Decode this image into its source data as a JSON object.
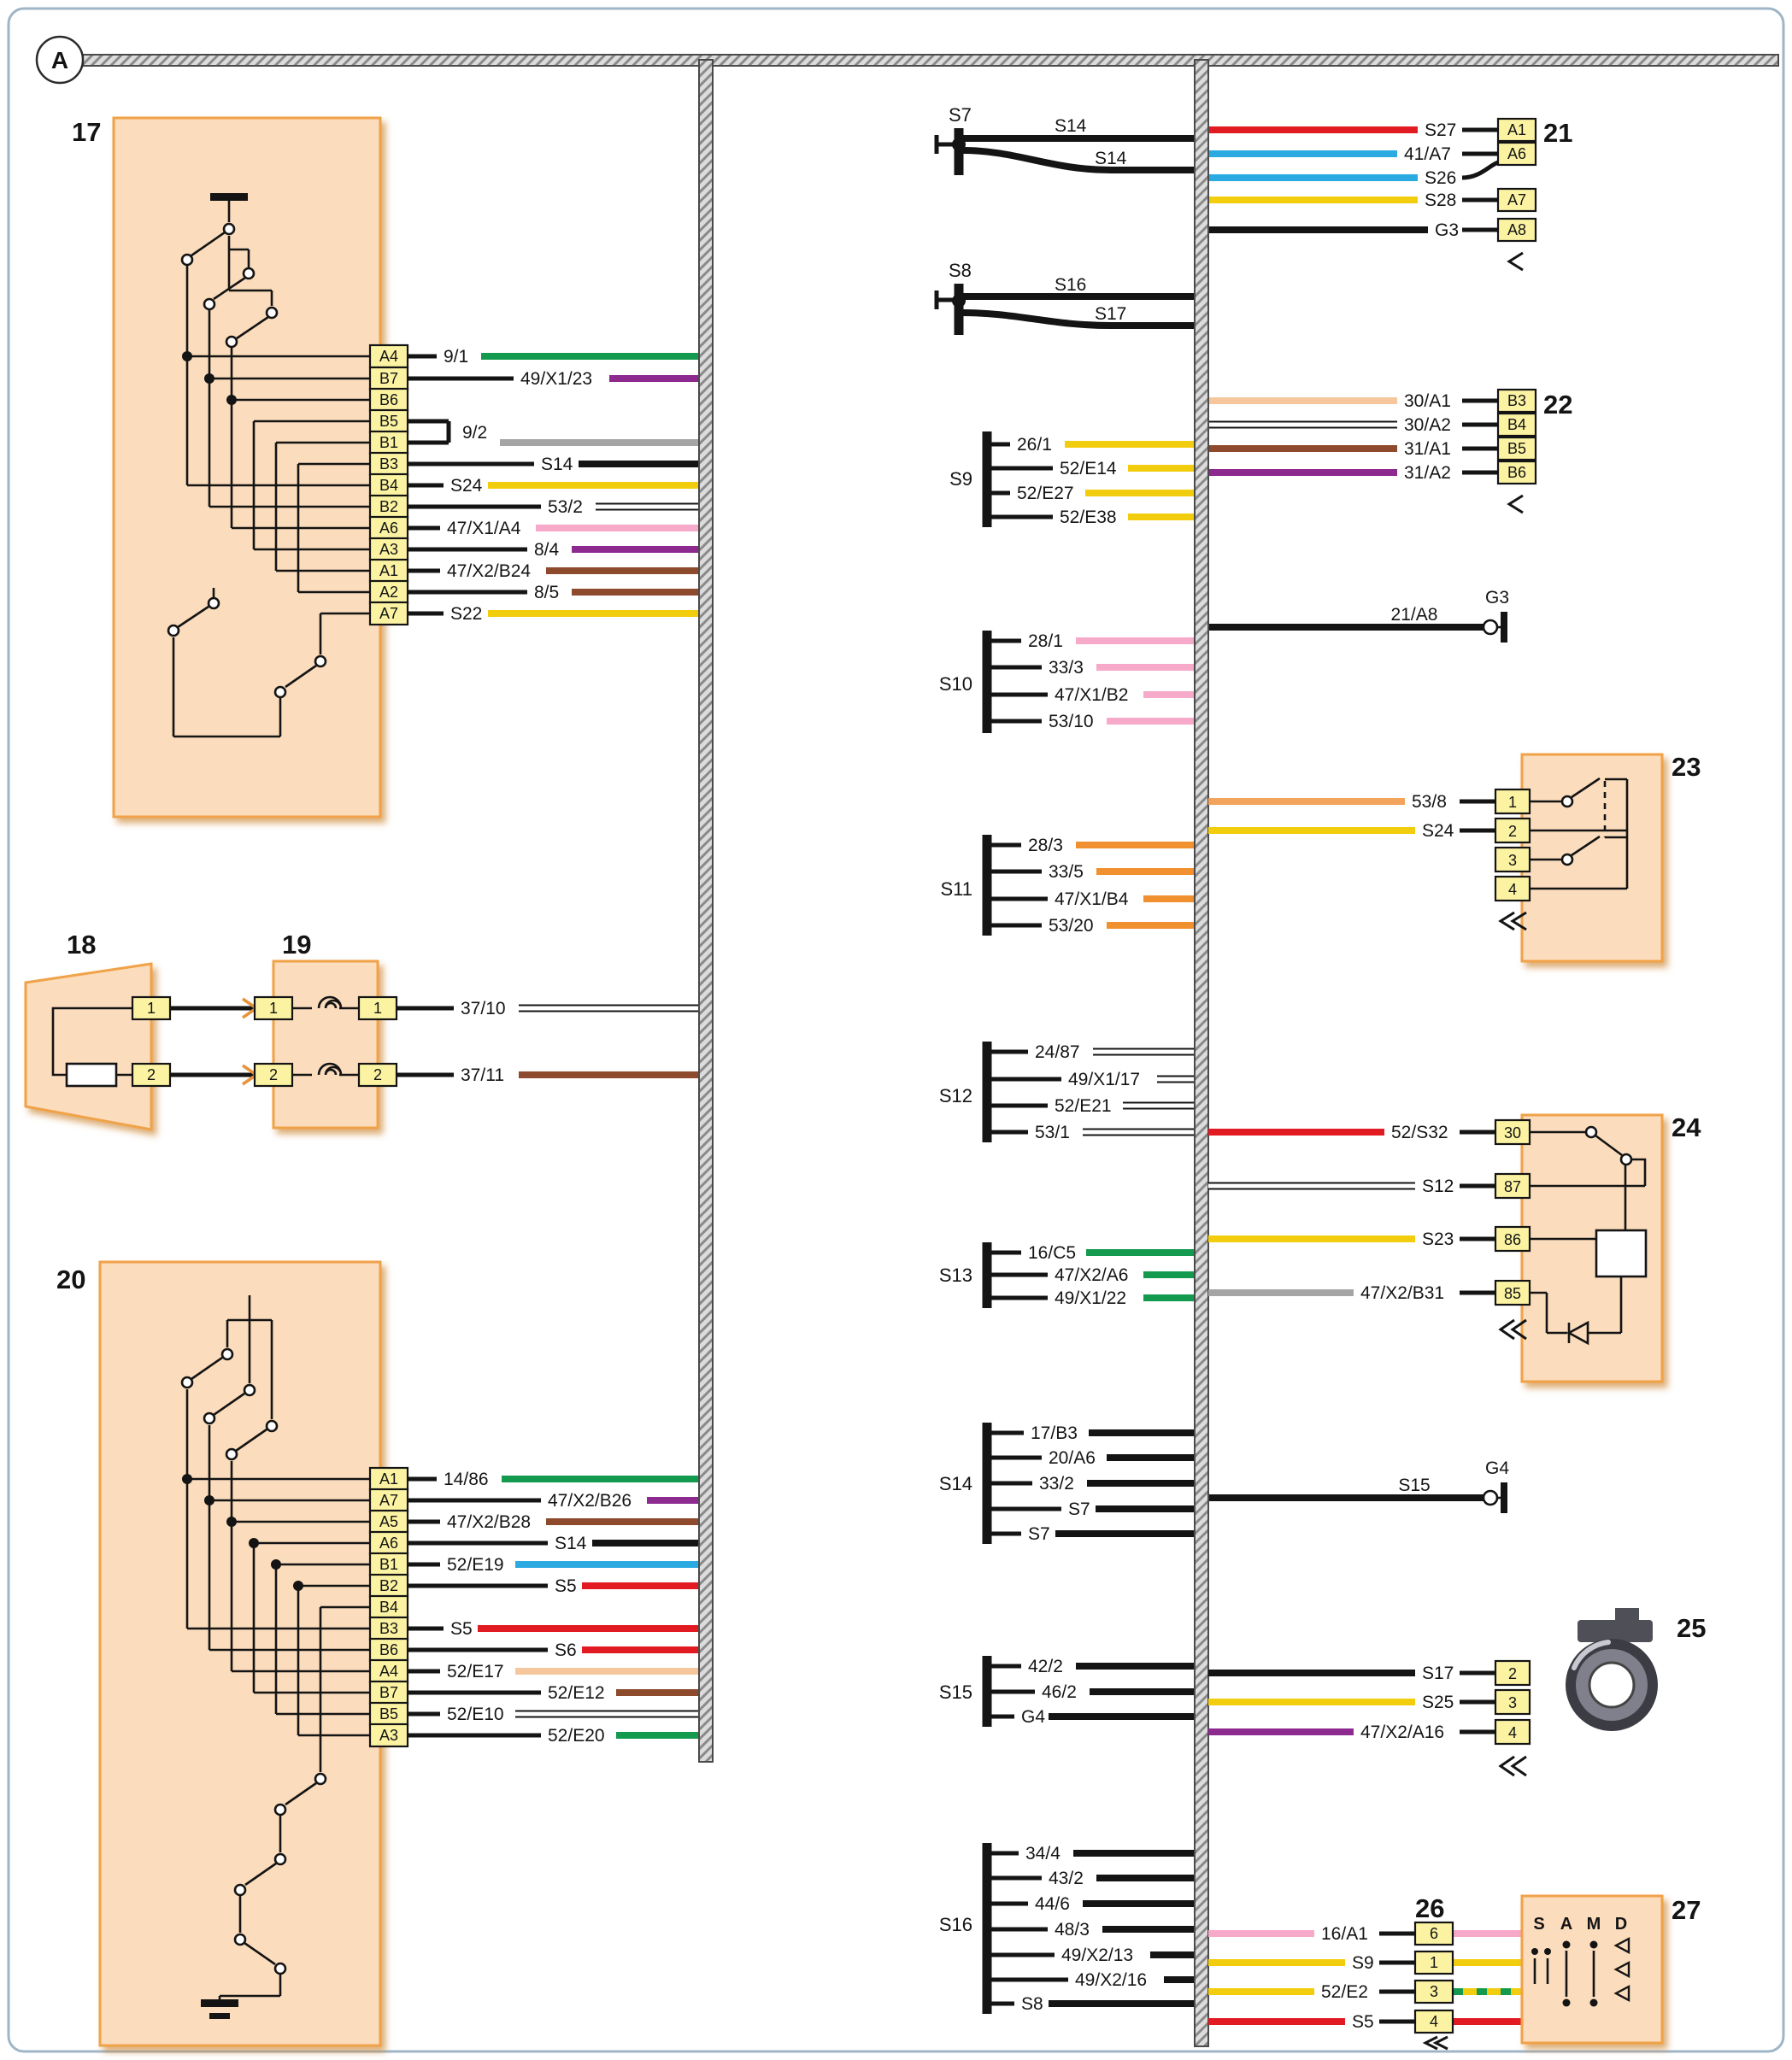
{
  "badge": "A",
  "colors": {
    "green": "#149a4e",
    "purple": "#8d2a8f",
    "gray": "#a5a5a5",
    "yellow": "#f2cd0e",
    "pink": "#f6a9c9",
    "brown": "#8e4a2c",
    "red": "#e21b23",
    "blue": "#2ba9e1",
    "orange": "#f0902f",
    "tan": "#f6c79d",
    "black": "#141414",
    "component_fill": "#fbdcbc",
    "component_stroke": "#f0a24a",
    "pin_fill": "#fbf3a2",
    "frame": "#9fb6c7"
  },
  "c17": {
    "num": "17",
    "pins": [
      "A4",
      "B7",
      "B6",
      "B5",
      "B1",
      "B3",
      "B4",
      "B2",
      "A6",
      "A3",
      "A1",
      "A2",
      "A7"
    ],
    "wires": [
      "9/1",
      "49/X1/23",
      "9/2",
      "S14",
      "S24",
      "53/2",
      "47/X1/A4",
      "8/4",
      "47/X2/B24",
      "8/5",
      "S22"
    ]
  },
  "c18": {
    "num": "18",
    "pins": [
      "1",
      "2"
    ]
  },
  "c19": {
    "num": "19",
    "pins_left": [
      "1",
      "2"
    ],
    "pins_right": [
      "1",
      "2"
    ],
    "wires": [
      "37/10",
      "37/11"
    ]
  },
  "c20": {
    "num": "20",
    "pins": [
      "A1",
      "A7",
      "A5",
      "A6",
      "B1",
      "B2",
      "B4",
      "B3",
      "B6",
      "A4",
      "B7",
      "B5",
      "A3"
    ],
    "wires": [
      "14/86",
      "47/X2/B26",
      "47/X2/B28",
      "S14",
      "52/E19",
      "S5",
      "S5",
      "S6",
      "52/E17",
      "52/E12",
      "52/E10",
      "52/E20"
    ]
  },
  "s7": {
    "name": "S7",
    "wires": [
      "S14",
      "S14"
    ]
  },
  "s8": {
    "name": "S8",
    "wires": [
      "S16",
      "S17"
    ]
  },
  "c21": {
    "num": "21",
    "pins": [
      "A1",
      "A6",
      "A7",
      "A8"
    ],
    "wires": [
      "S27",
      "41/A7",
      "S26",
      "S28",
      "G3"
    ]
  },
  "c22": {
    "num": "22",
    "pins": [
      "B3",
      "B4",
      "B5",
      "B6"
    ],
    "wires": [
      "30/A1",
      "30/A2",
      "31/A1",
      "31/A2"
    ]
  },
  "s9": {
    "name": "S9",
    "wires": [
      "26/1",
      "52/E14",
      "52/E27",
      "52/E38"
    ]
  },
  "ground3": {
    "wire": "21/A8",
    "label": "G3"
  },
  "s10": {
    "name": "S10",
    "wires": [
      "28/1",
      "33/3",
      "47/X1/B2",
      "53/10"
    ]
  },
  "c23": {
    "num": "23",
    "pins": [
      "1",
      "2",
      "3",
      "4"
    ],
    "wires": [
      "53/8",
      "S24"
    ]
  },
  "s11": {
    "name": "S11",
    "wires": [
      "28/3",
      "33/5",
      "47/X1/B4",
      "53/20"
    ]
  },
  "s12": {
    "name": "S12",
    "wires": [
      "24/87",
      "49/X1/17",
      "52/E21",
      "53/1"
    ]
  },
  "c24": {
    "num": "24",
    "pins": [
      "30",
      "87",
      "86",
      "85"
    ],
    "wires": [
      "52/S32",
      "S12",
      "S23",
      "47/X2/B31"
    ]
  },
  "s13": {
    "name": "S13",
    "wires": [
      "16/C5",
      "47/X2/A6",
      "49/X1/22"
    ]
  },
  "s14": {
    "name": "S14",
    "wires": [
      "17/B3",
      "20/A6",
      "33/2",
      "S7",
      "S7"
    ]
  },
  "ground4": {
    "wire": "S15",
    "label": "G4"
  },
  "s15": {
    "name": "S15",
    "wires": [
      "42/2",
      "46/2",
      "G4"
    ]
  },
  "c25": {
    "num": "25",
    "pins": [
      "2",
      "3",
      "4"
    ],
    "wires": [
      "S17",
      "S25",
      "47/X2/A16"
    ]
  },
  "s16": {
    "name": "S16",
    "wires": [
      "34/4",
      "43/2",
      "44/6",
      "48/3",
      "49/X2/13",
      "49/X2/16",
      "S8"
    ]
  },
  "c26": {
    "num": "26",
    "pins": [
      "6",
      "1",
      "3",
      "4"
    ],
    "wires": [
      "16/A1",
      "S9",
      "52/E2",
      "S5"
    ]
  },
  "c27": {
    "num": "27",
    "letters": [
      "S",
      "A",
      "M",
      "D"
    ]
  }
}
